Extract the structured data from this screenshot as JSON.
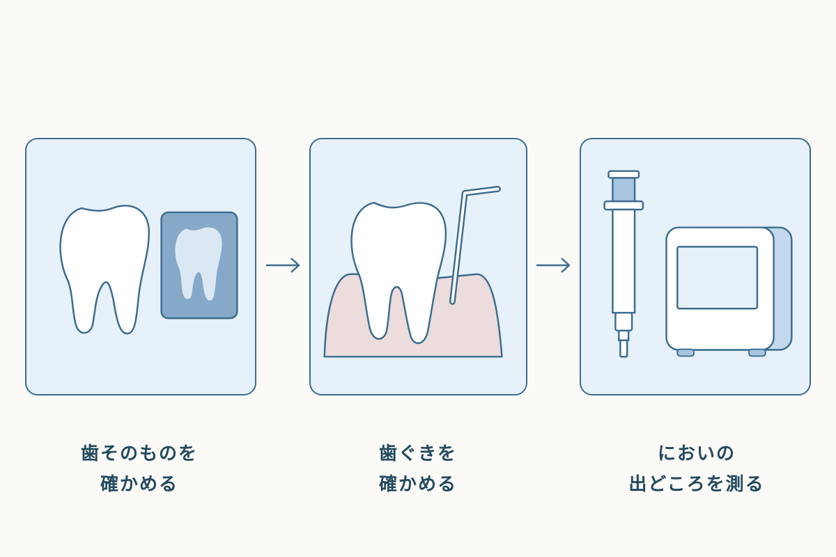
{
  "colors": {
    "background": "#fbfaf7",
    "panel_fill": "#e7f1fa",
    "outline": "#3c6c8e",
    "tooth_fill": "#ffffff",
    "gum_fill": "#ecdcdc",
    "xray_fill": "#86a9c9",
    "caption_text": "#234a5e"
  },
  "steps": [
    {
      "icons": [
        "tooth-icon",
        "xray-film-icon"
      ],
      "caption_line1": "歯そのものを",
      "caption_line2": "確かめる"
    },
    {
      "icons": [
        "tooth-with-gum-icon",
        "periodontal-probe-icon"
      ],
      "caption_line1": "歯ぐきを",
      "caption_line2": "確かめる"
    },
    {
      "icons": [
        "syringe-icon",
        "breath-analyzer-icon"
      ],
      "caption_line1": "においの",
      "caption_line2": "出どころを測る"
    }
  ],
  "connectors": [
    "arrow-right-icon",
    "arrow-right-icon"
  ]
}
